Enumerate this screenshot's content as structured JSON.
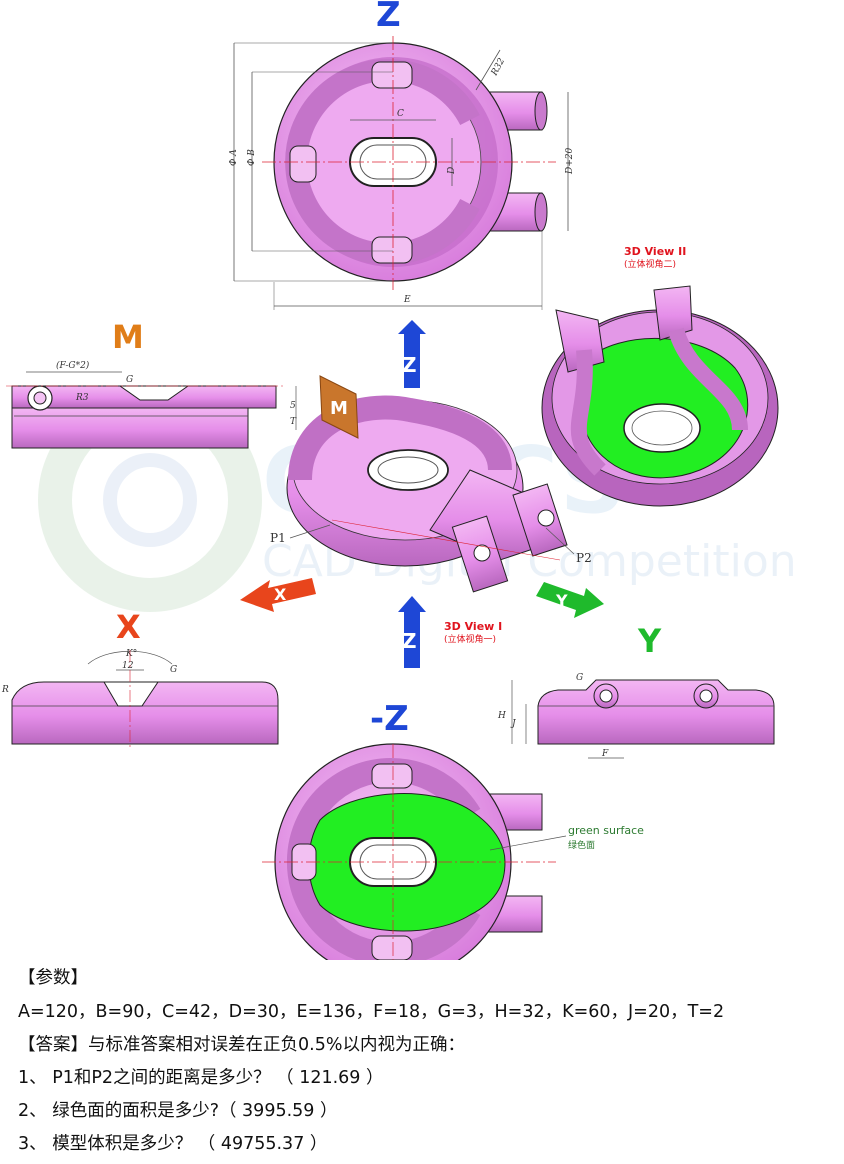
{
  "views": {
    "z": "Z",
    "minus_z": "-Z",
    "m": "M",
    "x": "X",
    "y": "Y",
    "view1_en": "3D View I",
    "view1_cn": "(立体视角一)",
    "view2_en": "3D View II",
    "view2_cn": "(立体视角二)",
    "green_en": "green surface",
    "green_cn": "绿色面",
    "p1": "P1",
    "p2": "P2"
  },
  "dims": {
    "A": "Φ A",
    "B": "Φ B",
    "C": "C",
    "D": "D",
    "D20": "D+20",
    "E": "E",
    "R32": "R32",
    "FG2": "(F-G*2)",
    "G": "G",
    "R3": "R3",
    "five": "5",
    "T": "T",
    "K": "K°",
    "twelve": "12",
    "R": "R",
    "H": "H",
    "J": "J",
    "F": "F"
  },
  "watermark": {
    "logo": "CATICS",
    "tagline": "CAD Digital Competition"
  },
  "colors": {
    "part": "#e58ee9",
    "part_dark": "#b663ba",
    "green": "#22ee22",
    "axis_blue": "#1e47d6",
    "m_orange": "#e07d18",
    "x_red": "#e8451c",
    "y_green": "#1fba2c"
  },
  "text": {
    "params_title": "【参数】",
    "params": "A=120，B=90，C=42，D=30，E=136，F=18，G=3，H=32，K=60，J=20，T=2",
    "answer_title": "【答案】与标准答案相对误差在正负0.5%以内视为正确：",
    "q1": "1、 P1和P2之间的距离是多少？ （ 121.69 ）",
    "q2": "2、 绿色面的面积是多少?（ 3995.59 ）",
    "q3": "3、 模型体积是多少？ （ 49755.37 ）"
  }
}
